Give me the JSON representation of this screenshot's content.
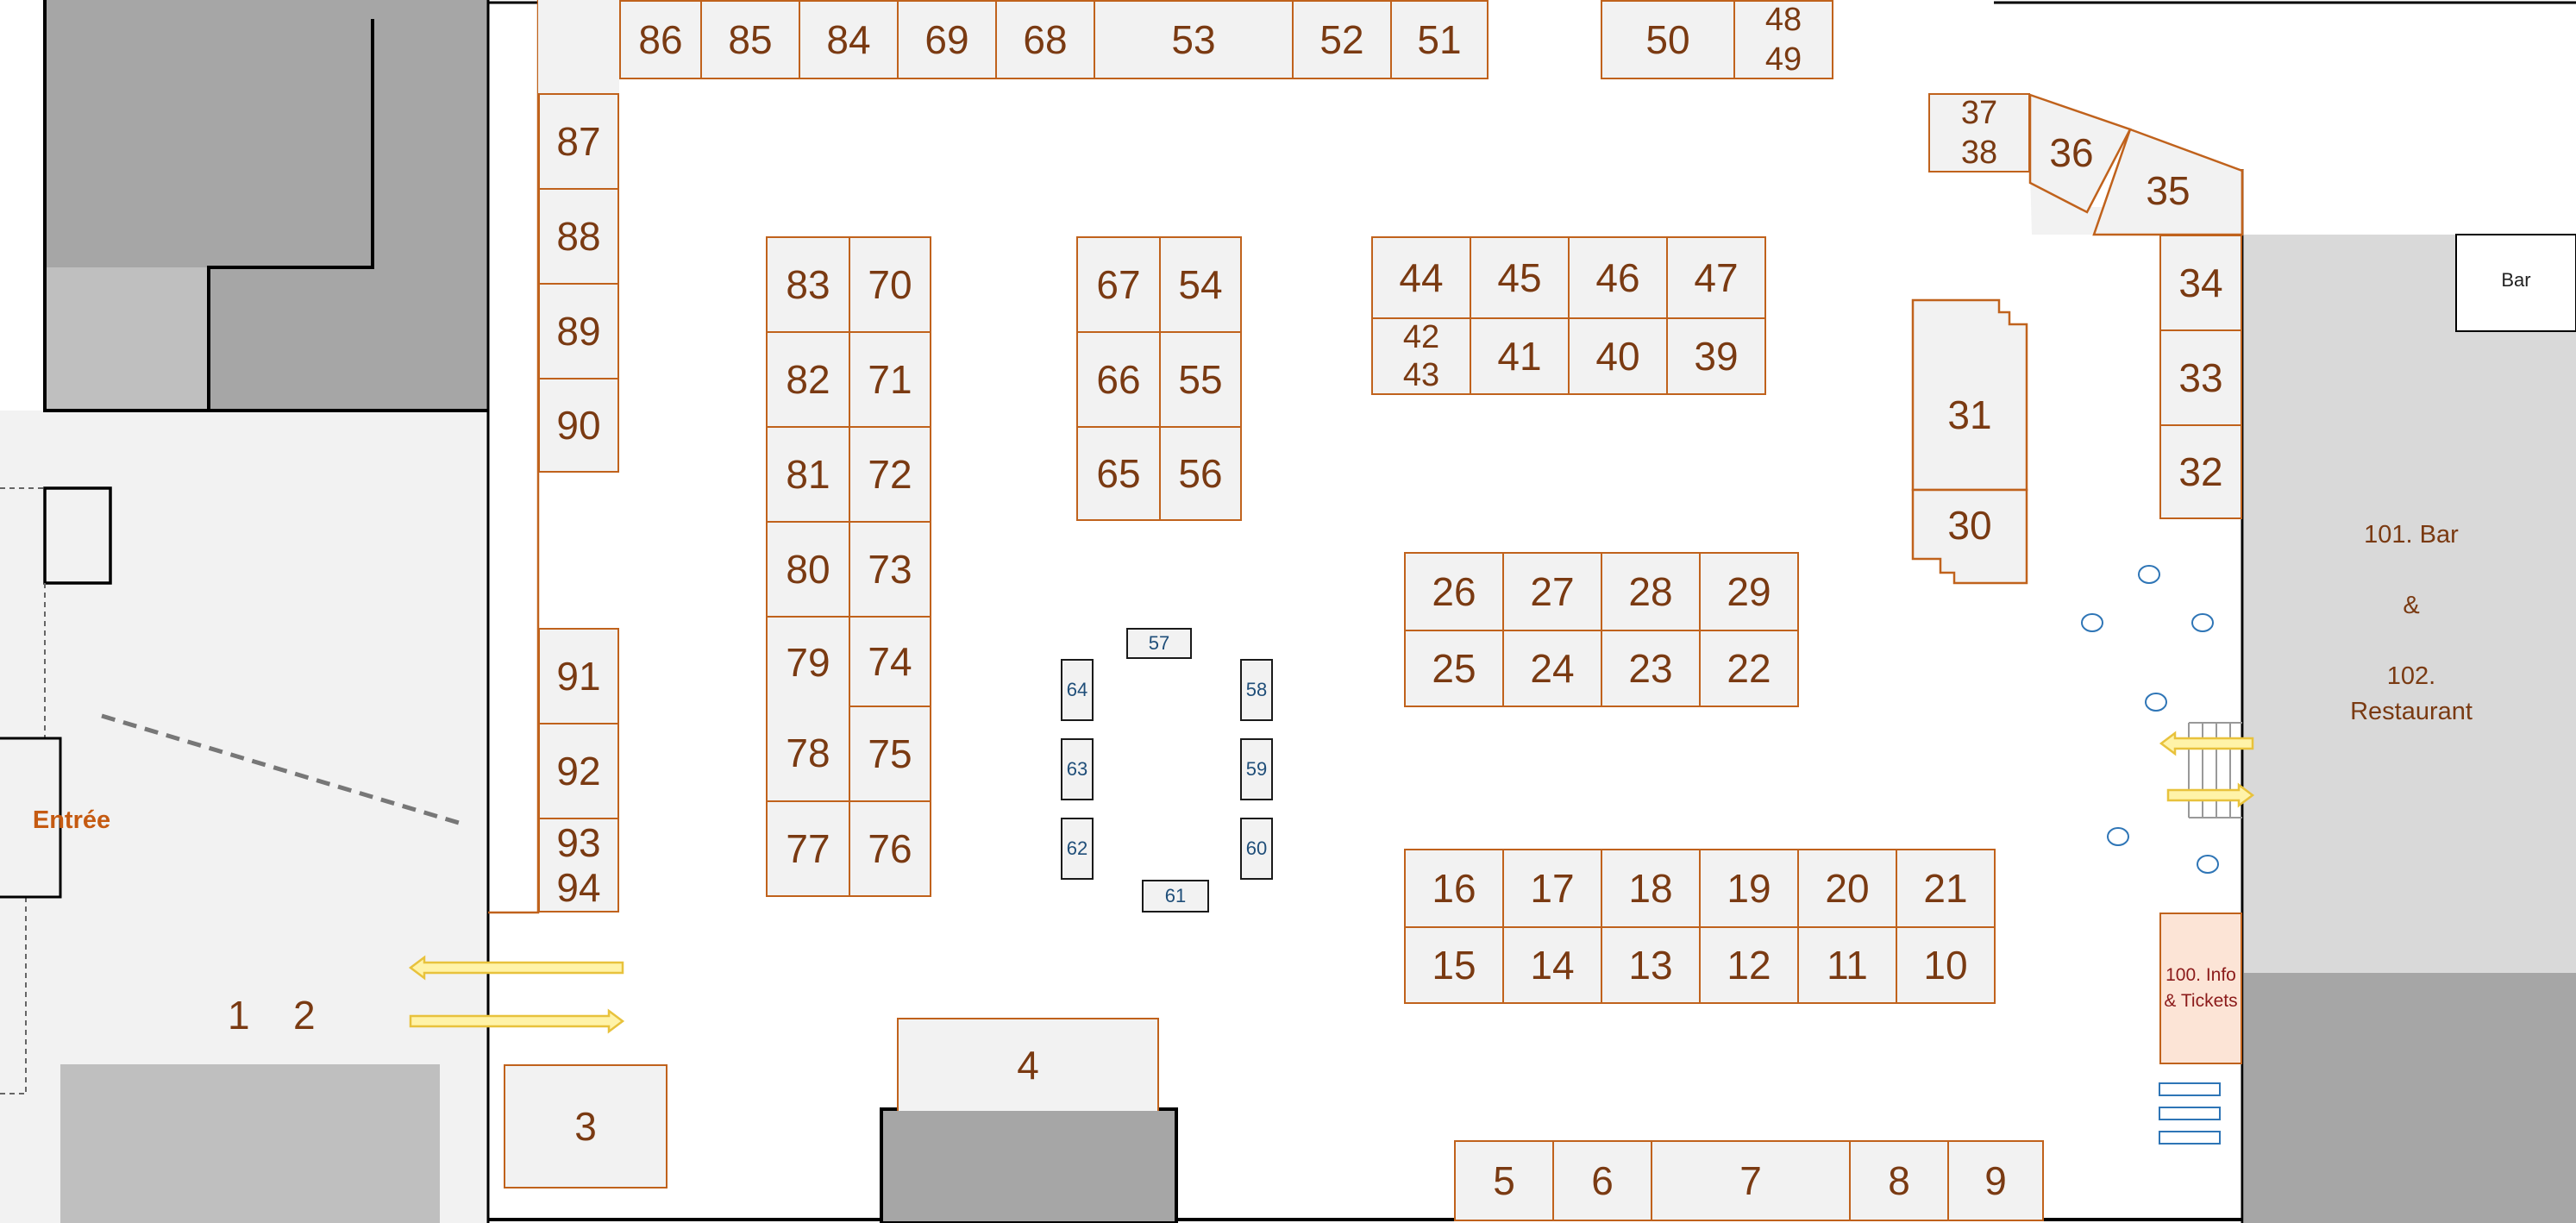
{
  "map": {
    "entrance_label": "Entrée",
    "bar_small_label": "Bar",
    "bar_restaurant": {
      "line1": "101. Bar",
      "line2": "&",
      "line3": "102.",
      "line4": "Restaurant"
    },
    "info": {
      "line1": "100. Info",
      "line2": "& Tickets"
    },
    "entrance_booths": [
      "1",
      "2"
    ],
    "booths": {
      "b3": "3",
      "b4": "4",
      "b5": "5",
      "b6": "6",
      "b7": "7",
      "b8": "8",
      "b9": "9",
      "b10": "10",
      "b11": "11",
      "b12": "12",
      "b13": "13",
      "b14": "14",
      "b15": "15",
      "b16": "16",
      "b17": "17",
      "b18": "18",
      "b19": "19",
      "b20": "20",
      "b21": "21",
      "b22": "22",
      "b23": "23",
      "b24": "24",
      "b25": "25",
      "b26": "26",
      "b27": "27",
      "b28": "28",
      "b29": "29",
      "b30": "30",
      "b31": "31",
      "b32": "32",
      "b33": "33",
      "b34": "34",
      "b35": "35",
      "b36": "36",
      "b39": "39",
      "b40": "40",
      "b41": "41",
      "b44": "44",
      "b45": "45",
      "b46": "46",
      "b47": "47",
      "b50": "50",
      "b51": "51",
      "b52": "52",
      "b53": "53",
      "b54": "54",
      "b55": "55",
      "b56": "56",
      "b57": "57",
      "b58": "58",
      "b59": "59",
      "b60": "60",
      "b61": "61",
      "b62": "62",
      "b63": "63",
      "b64": "64",
      "b65": "65",
      "b66": "66",
      "b67": "67",
      "b68": "68",
      "b69": "69",
      "b70": "70",
      "b71": "71",
      "b72": "72",
      "b73": "73",
      "b74": "74",
      "b75": "75",
      "b76": "76",
      "b77": "77",
      "b78": "78",
      "b79": "79",
      "b80": "80",
      "b81": "81",
      "b82": "82",
      "b83": "83",
      "b84": "84",
      "b85": "85",
      "b86": "86",
      "b87": "87",
      "b88": "88",
      "b89": "89",
      "b90": "90",
      "b91": "91",
      "b92": "92"
    },
    "stacked_booths": {
      "s37_38": [
        "37",
        "38"
      ],
      "s42_43": [
        "42",
        "43"
      ],
      "s48_49": [
        "48",
        "49"
      ],
      "s93_94": [
        "93",
        "94"
      ]
    }
  }
}
